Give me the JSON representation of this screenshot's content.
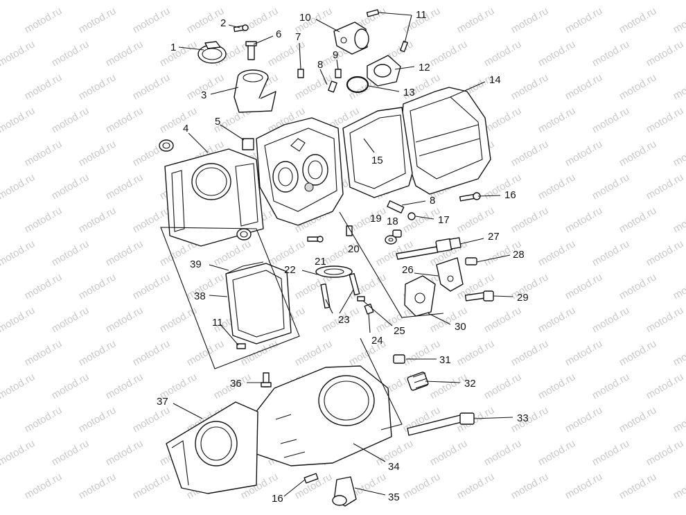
{
  "watermark": "motod.ru",
  "callouts": [
    "1",
    "2",
    "3",
    "4",
    "5",
    "6",
    "7",
    "8",
    "9",
    "10",
    "11",
    "12",
    "13",
    "14",
    "15",
    "16",
    "17",
    "18",
    "19",
    "20",
    "21",
    "22",
    "23",
    "24",
    "25",
    "26",
    "27",
    "28",
    "29",
    "30",
    "31",
    "32",
    "33",
    "34",
    "35",
    "36",
    "37",
    "38",
    "39"
  ],
  "repeat_labels": {
    "label_8b": "8",
    "label_11b": "11",
    "label_16b": "16"
  },
  "colors": {
    "line": "#111111",
    "watermark": "#c9c9c9",
    "background": "#ffffff"
  }
}
